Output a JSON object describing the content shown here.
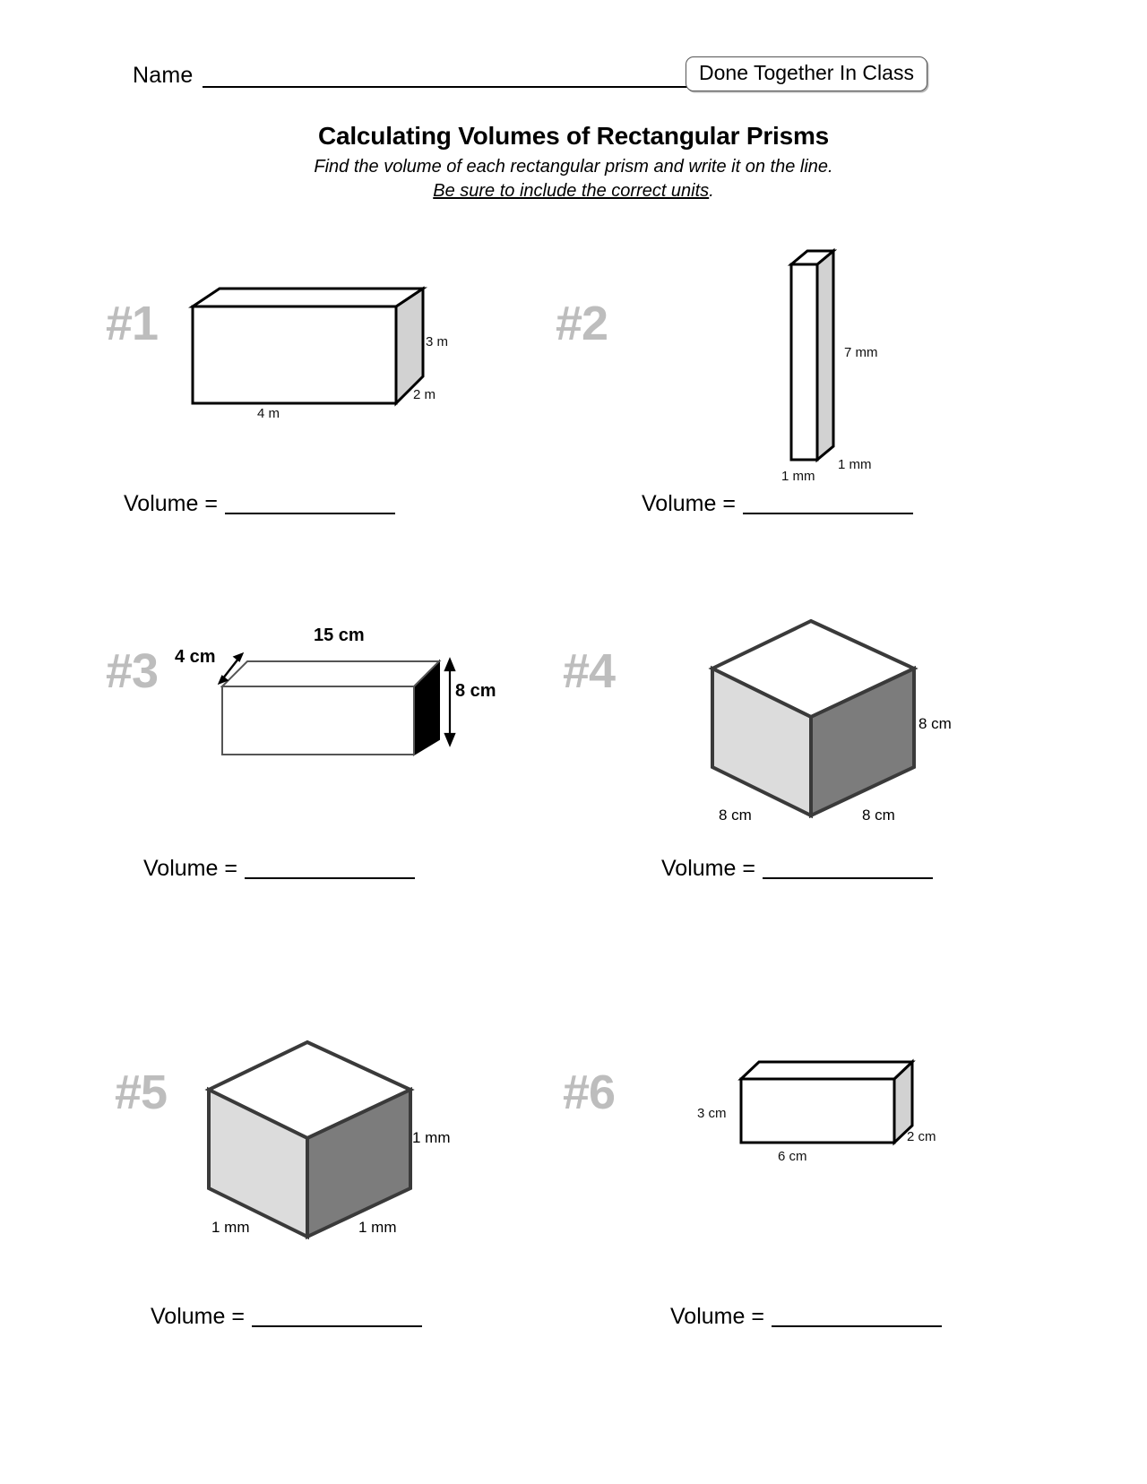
{
  "header": {
    "name_label": "Name",
    "badge": "Done Together In Class",
    "title": "Calculating Volumes of Rectangular Prisms",
    "subtitle_line1": "Find the volume of each rectangular prism and write it on the line.",
    "subtitle_line2_underlined": "Be sure to include the correct units",
    "subtitle_line2_tail": "."
  },
  "volume_label": "Volume =",
  "problems": [
    {
      "number": "#1",
      "shape": "rectangular-prism",
      "labels": {
        "height": "3 m",
        "depth": "2 m",
        "width": "4 m"
      },
      "answer_label": "Volume ="
    },
    {
      "number": "#2",
      "shape": "tall-thin-prism",
      "labels": {
        "height": "7 mm",
        "depth": "1 mm",
        "width": "1 mm"
      },
      "answer_label": "Volume ="
    },
    {
      "number": "#3",
      "shape": "wide-prism-black-side",
      "labels": {
        "width": "15 cm",
        "depth": "4 cm",
        "height": "8 cm"
      },
      "answer_label": "Volume ="
    },
    {
      "number": "#4",
      "shape": "isometric-cube",
      "labels": {
        "right_height": "8 cm",
        "left_edge": "8 cm",
        "right_edge": "8 cm"
      },
      "answer_label": "Volume ="
    },
    {
      "number": "#5",
      "shape": "isometric-cube",
      "labels": {
        "right_height": "1 mm",
        "left_edge": "1 mm",
        "right_edge": "1 mm"
      },
      "answer_label": "Volume ="
    },
    {
      "number": "#6",
      "shape": "rectangular-prism",
      "labels": {
        "height": "3 cm",
        "depth": "2 cm",
        "width": "6 cm"
      },
      "answer_label": "Volume ="
    }
  ],
  "colors": {
    "ink": "#000000",
    "problem_number_gray": "#bdbdbd",
    "side_face_gray": "#d2d2d2",
    "cube_left_face": "#dcdcdc",
    "cube_right_face": "#7c7c7c",
    "cube_outline": "#3a3a3a",
    "black_face": "#000000"
  }
}
